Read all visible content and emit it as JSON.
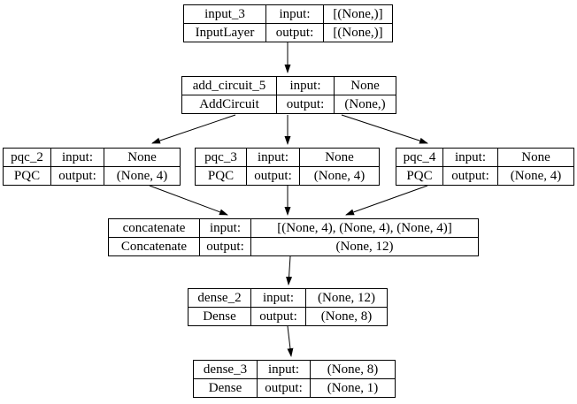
{
  "diagram": {
    "title": "keras-model-plot",
    "labels": {
      "input": "input:",
      "output": "output:"
    },
    "colors": {
      "border": "#000000",
      "background": "#ffffff",
      "text": "#000000"
    },
    "nodes": [
      {
        "name": "input_3",
        "class": "InputLayer",
        "input": "[(None,)]",
        "output": "[(None,)]"
      },
      {
        "name": "add_circuit_5",
        "class": "AddCircuit",
        "input": "None",
        "output": "(None,)"
      },
      {
        "name": "pqc_2",
        "class": "PQC",
        "input": "None",
        "output": "(None, 4)"
      },
      {
        "name": "pqc_3",
        "class": "PQC",
        "input": "None",
        "output": "(None, 4)"
      },
      {
        "name": "pqc_4",
        "class": "PQC",
        "input": "None",
        "output": "(None, 4)"
      },
      {
        "name": "concatenate",
        "class": "Concatenate",
        "input": "[(None, 4), (None, 4), (None, 4)]",
        "output": "(None, 12)"
      },
      {
        "name": "dense_2",
        "class": "Dense",
        "input": "(None, 12)",
        "output": "(None, 8)"
      },
      {
        "name": "dense_3",
        "class": "Dense",
        "input": "(None, 8)",
        "output": "(None, 1)"
      }
    ],
    "edges": [
      {
        "from": "input_3",
        "to": "add_circuit_5"
      },
      {
        "from": "add_circuit_5",
        "to": "pqc_2"
      },
      {
        "from": "add_circuit_5",
        "to": "pqc_3"
      },
      {
        "from": "add_circuit_5",
        "to": "pqc_4"
      },
      {
        "from": "pqc_2",
        "to": "concatenate"
      },
      {
        "from": "pqc_3",
        "to": "concatenate"
      },
      {
        "from": "pqc_4",
        "to": "concatenate"
      },
      {
        "from": "concatenate",
        "to": "dense_2"
      },
      {
        "from": "dense_2",
        "to": "dense_3"
      }
    ]
  }
}
